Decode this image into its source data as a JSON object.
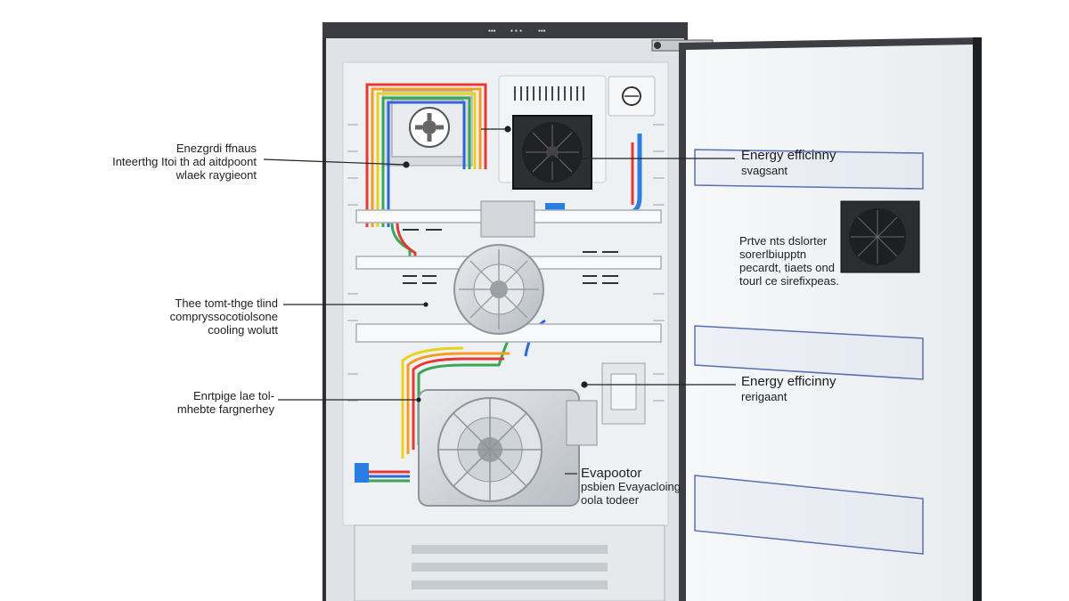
{
  "fridge_display": {
    "symbols": [
      "▪▪▪",
      "▪ ▪ ▪",
      "▪▪▪"
    ]
  },
  "labels_left": [
    {
      "lines": [
        "Enezgrdi ffnaus",
        "Inteerthg Itoi th ad aitdpoont",
        "wlaek raygieont"
      ]
    },
    {
      "lines": [
        "Thee tomt-thge tlind",
        "compryssocotiolsone",
        "cooling wolutt"
      ]
    },
    {
      "lines": [
        "Enrtpige lae tol-",
        "mhebte fargnerhey"
      ]
    }
  ],
  "labels_right": [
    {
      "lines": [
        "Energy efficinny",
        "svagsant"
      ]
    },
    {
      "lines": [
        "Prtve nts dslorter",
        "sorerlbiupptn",
        "pecardt, tiaets ond",
        "tourl ce sirefixpeas."
      ]
    },
    {
      "lines": [
        "Energy efficinny",
        "rerigaant"
      ]
    },
    {
      "lines": [
        "Evapootor",
        "psbien Evayacloing",
        "oola todeer"
      ]
    }
  ],
  "colors": {
    "cabinet": "#2b2b2b",
    "interior": "#eef1f4",
    "door_frame": "#3c3f43",
    "wire_red": "#e53935",
    "wire_orange": "#f59b23",
    "wire_yellow": "#e8d21f",
    "wire_green": "#3aa655",
    "wire_blue": "#2f66d8",
    "pipe_blue": "#2a7de1"
  }
}
